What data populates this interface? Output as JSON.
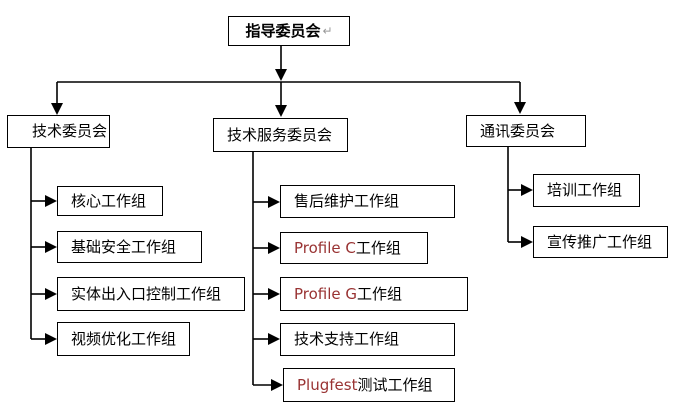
{
  "root": {
    "label": "指导委员会",
    "paragraph_mark": "↵"
  },
  "committees": [
    {
      "label": "技术委员会"
    },
    {
      "label": "技术服务委员会"
    },
    {
      "label": "通讯委员会"
    }
  ],
  "groups": {
    "tech": [
      {
        "en": "",
        "zh": "核心工作组"
      },
      {
        "en": "",
        "zh": "基础安全工作组"
      },
      {
        "en": "",
        "zh": "实体出入口控制工作组"
      },
      {
        "en": "",
        "zh": "视频优化工作组"
      }
    ],
    "service": [
      {
        "en": "",
        "zh": "售后维护工作组"
      },
      {
        "en": "Profile C",
        "zh": " 工作组"
      },
      {
        "en": "Profile G",
        "zh": " 工作组"
      },
      {
        "en": "",
        "zh": "技术支持工作组"
      },
      {
        "en": "Plugfest",
        "zh": " 测试工作组"
      }
    ],
    "comm": [
      {
        "en": "",
        "zh": "培训工作组"
      },
      {
        "en": "",
        "zh": "宣传推广工作组"
      }
    ]
  },
  "colors": {
    "line": "#000000",
    "box_border": "#000000",
    "text": "#000000",
    "latin_text": "#993333",
    "paragraph_mark": "#999999",
    "background": "#ffffff"
  }
}
